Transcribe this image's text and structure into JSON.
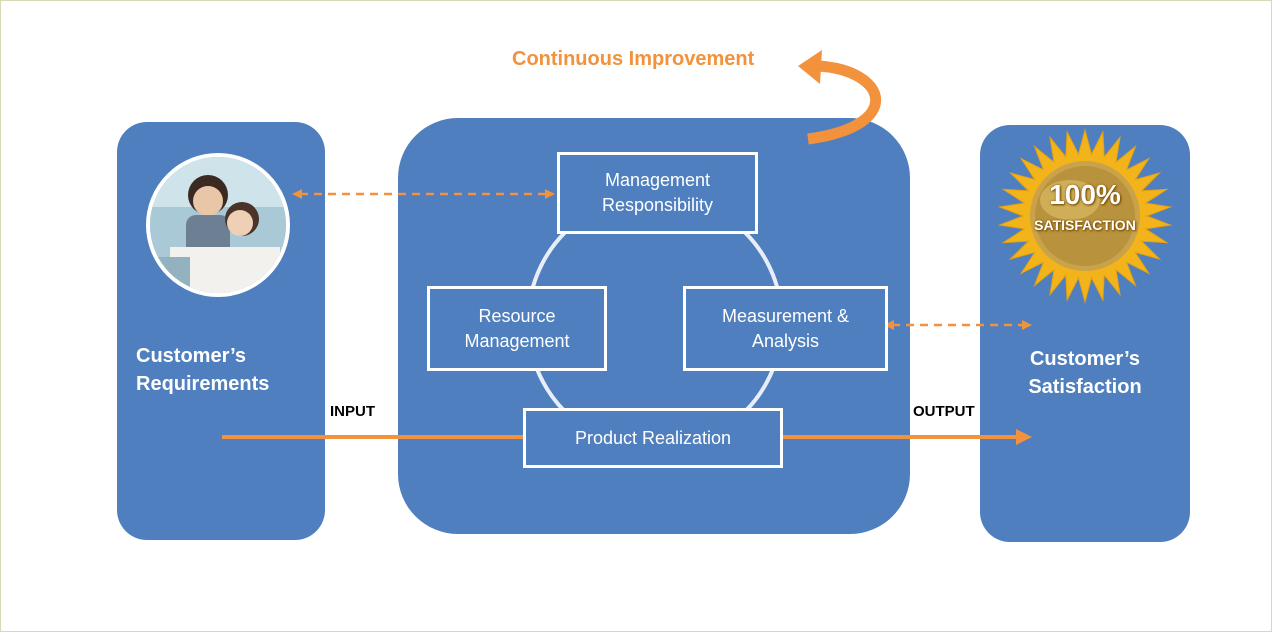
{
  "continuous_improvement": "Continuous Improvement",
  "left_panel": {
    "title_line1": "Customer’s",
    "title_line2": "Requirements"
  },
  "right_panel": {
    "title_line1": "Customer’s",
    "title_line2": "Satisfaction",
    "badge_percent": "100%",
    "badge_text": "SATISFACTION"
  },
  "process": {
    "management_line1": "Management",
    "management_line2": "Responsibility",
    "resource_line1": "Resource",
    "resource_line2": "Management",
    "measurement_line1": "Measurement &",
    "measurement_line2": "Analysis",
    "product": "Product Realization"
  },
  "flow": {
    "input": "INPUT",
    "output": "OUTPUT"
  },
  "colors": {
    "panel": "#4f7fbe",
    "accent": "#f2923c",
    "badge": "#f2b31b"
  }
}
